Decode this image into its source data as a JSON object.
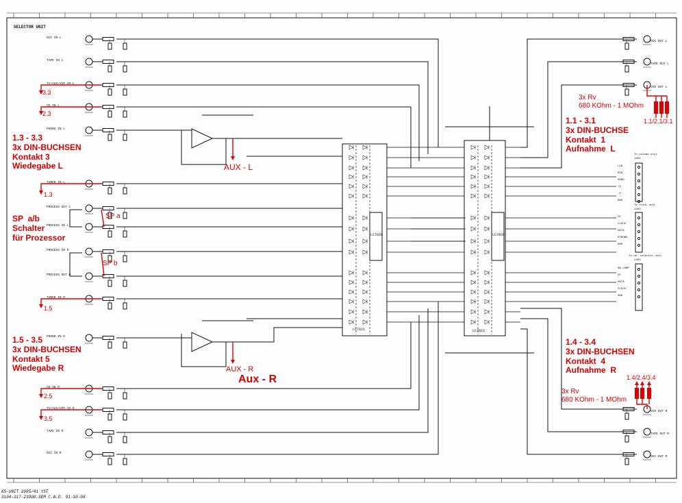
{
  "sheet": {
    "title": "SELECTOR UNIT",
    "footer_line1": "KS-UNIT 2085/41 YST",
    "footer_line2": "3104-317-23900.SEM C.A.D. 91-10-08"
  },
  "inputs_left": [
    {
      "label": "DCC IN L"
    },
    {
      "label": "TAPE IN L"
    },
    {
      "label": "TV/AUX/VCR IN L"
    },
    {
      "label": "CD IN L"
    },
    {
      "label": "PHONO IN L"
    },
    {
      "label": "TUNER IN L"
    },
    {
      "label": "PROCESS OUT L"
    },
    {
      "label": "PROCESS IN L"
    },
    {
      "label": "PROCESS IN R"
    },
    {
      "label": "PROCESS OUT R"
    },
    {
      "label": "TUNER IN R"
    },
    {
      "label": "PHONO IN R"
    },
    {
      "label": "CD IN R"
    },
    {
      "label": "TV/AUX/VCR IN R"
    },
    {
      "label": "TAPE IN R"
    },
    {
      "label": "DCC IN R"
    }
  ],
  "outputs_right": [
    {
      "label": "DCC OUT L"
    },
    {
      "label": "TAPE OUT L"
    },
    {
      "label": "VCR OUT L"
    },
    {
      "label": "VCR OUT R"
    },
    {
      "label": "TAPE OUT R"
    },
    {
      "label": "DCC OUT R"
    }
  ],
  "ics": [
    {
      "label": "LC7821"
    },
    {
      "label": "LC7822"
    },
    {
      "label": "LC7820"
    }
  ],
  "connectors": [
    {
      "title": "To volume unit",
      "ref": "1401",
      "pins": [
        "LIN",
        "RIN",
        "SGND",
        "+V",
        "-V",
        "GND"
      ]
    },
    {
      "title": "To front unit",
      "ref": "1402",
      "pins": [
        "CE",
        "CLOCK",
        "DATA",
        "STROBE",
        "GND"
      ]
    },
    {
      "title": "To ub. selector unit",
      "ref": "1403",
      "pins": [
        "SW LAMP",
        "CE",
        "DATA",
        "CLOCK",
        "GND"
      ]
    }
  ],
  "annotations": {
    "left_13": "1.3 - 3.3\n3x DIN-BUCHSEN\nKontakt 3\nWiedegabe L",
    "left_15": "1.5 - 3.5\n3x DIN-BUCHSEN\nKontakt 5\nWiedegabe R",
    "sp_note": "SP  a/b\nSchalter\nfür Prozessor",
    "sp_a": "SP a",
    "sp_b": "SP b",
    "aux_l": "AUX - L",
    "aux_r_small": "AUX - R",
    "aux_r_big": "Aux - R",
    "right_11": "1.1 - 3.1\n3x DIN-BUCHSE\nKontakt  1\nAufnahme  L",
    "right_14": "1.4 - 3.4\n3x DIN-BUCHSEN\nKontakt  4\nAufnahme  R",
    "rv_top": "3x Rv\n680 KOhm - 1 MOhm",
    "rv_bottom": "3x Rv\n680 KOhm - 1 MOhm",
    "rv_top_pins": "1.1/2.1/3.1",
    "rv_bottom_pins": "1.4/2.4/3.4",
    "arrow_33": "3.3",
    "arrow_23": "2.3",
    "arrow_13": "1.3",
    "arrow_15": "1.5",
    "arrow_25": "2.5",
    "arrow_35": "3.5"
  }
}
